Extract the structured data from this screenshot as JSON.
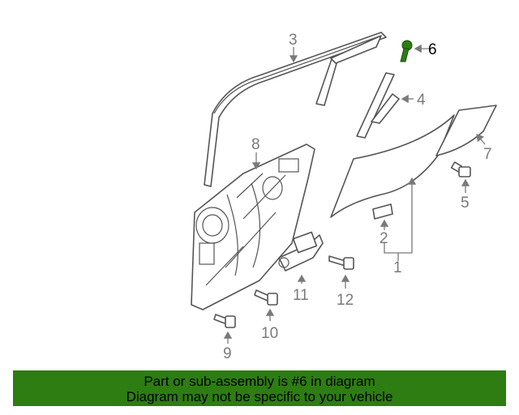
{
  "callouts": {
    "c1": "1",
    "c2": "2",
    "c3": "3",
    "c4": "4",
    "c5": "5",
    "c6": "6",
    "c7": "7",
    "c8": "8",
    "c9": "9",
    "c10": "10",
    "c11": "11",
    "c12": "12"
  },
  "highlight_callout": "6",
  "colors": {
    "highlight_part": "#2d7d12",
    "banner_bg": "#2d7d12",
    "line": "#555555",
    "callout_text": "#7a7a7a"
  },
  "banner": {
    "line1": "Part or sub-assembly is #6 in diagram",
    "line2": "Diagram may not be specific to your vehicle"
  }
}
